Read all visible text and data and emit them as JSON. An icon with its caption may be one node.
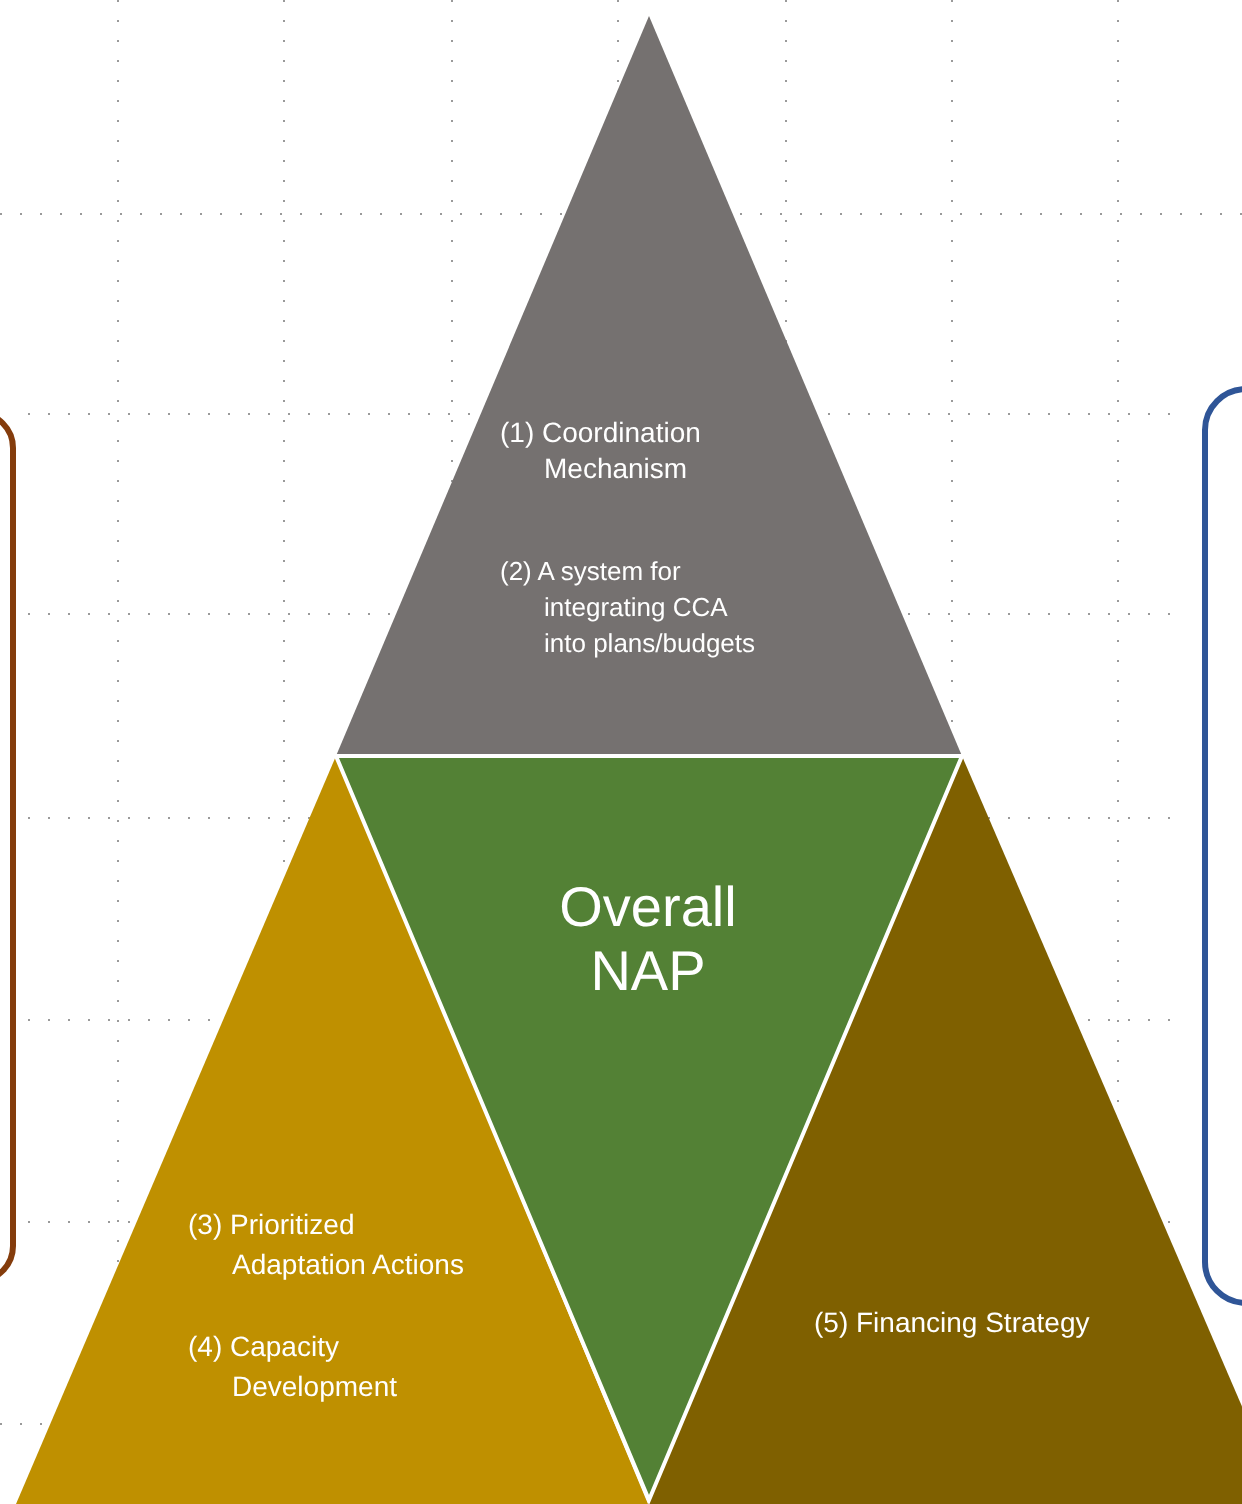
{
  "diagram": {
    "nodes": [
      {
        "text": [
          "(1) Coordination Mechanism",
          "(2) A system for integrating CCA into plans/budgets"
        ]
      },
      {
        "text": [
          "Overall NAP"
        ]
      },
      {
        "text": [
          "(3) Prioritized Adaptation Actions",
          "(4) Capacity Development"
        ]
      },
      {
        "text": [
          "(5) Financing Strategy"
        ]
      },
      {
        "text": [],
        "shape": "box"
      },
      {
        "text": [],
        "shape": "box"
      }
    ]
  }
}
